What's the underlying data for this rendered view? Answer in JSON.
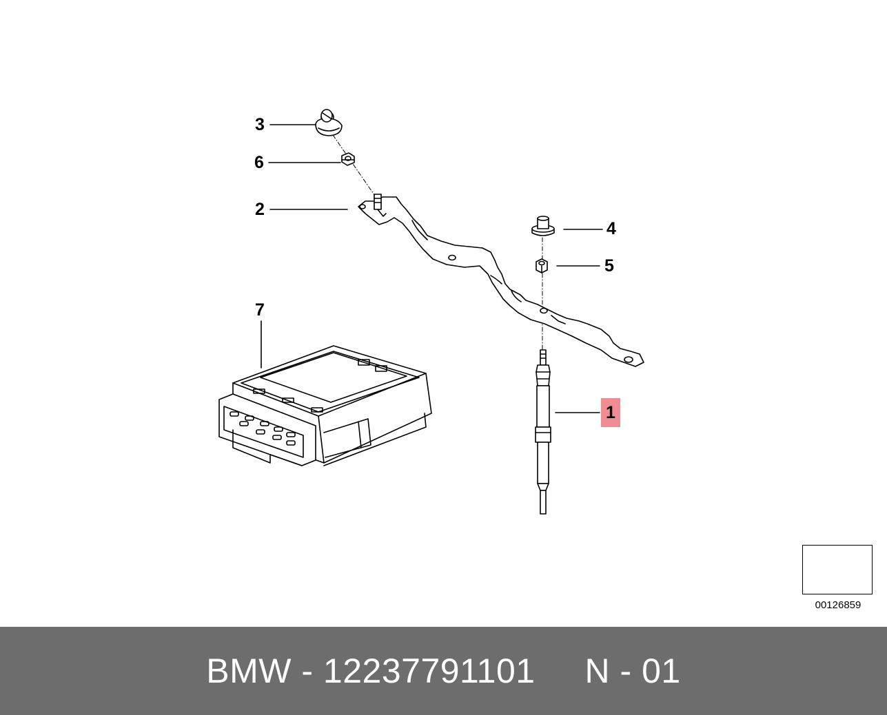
{
  "diagram": {
    "callouts": [
      {
        "id": "1",
        "label": "1",
        "highlighted": true
      },
      {
        "id": "2",
        "label": "2"
      },
      {
        "id": "3",
        "label": "3"
      },
      {
        "id": "4",
        "label": "4"
      },
      {
        "id": "5",
        "label": "5"
      },
      {
        "id": "6",
        "label": "6"
      },
      {
        "id": "7",
        "label": "7"
      }
    ],
    "highlight_color": "#f08d94",
    "reference_number": "00126859",
    "reference_icon": "arrow-direction-icon"
  },
  "footer": {
    "text": "BMW - 12237791101     N - 01",
    "background": "#6d6d6d"
  }
}
